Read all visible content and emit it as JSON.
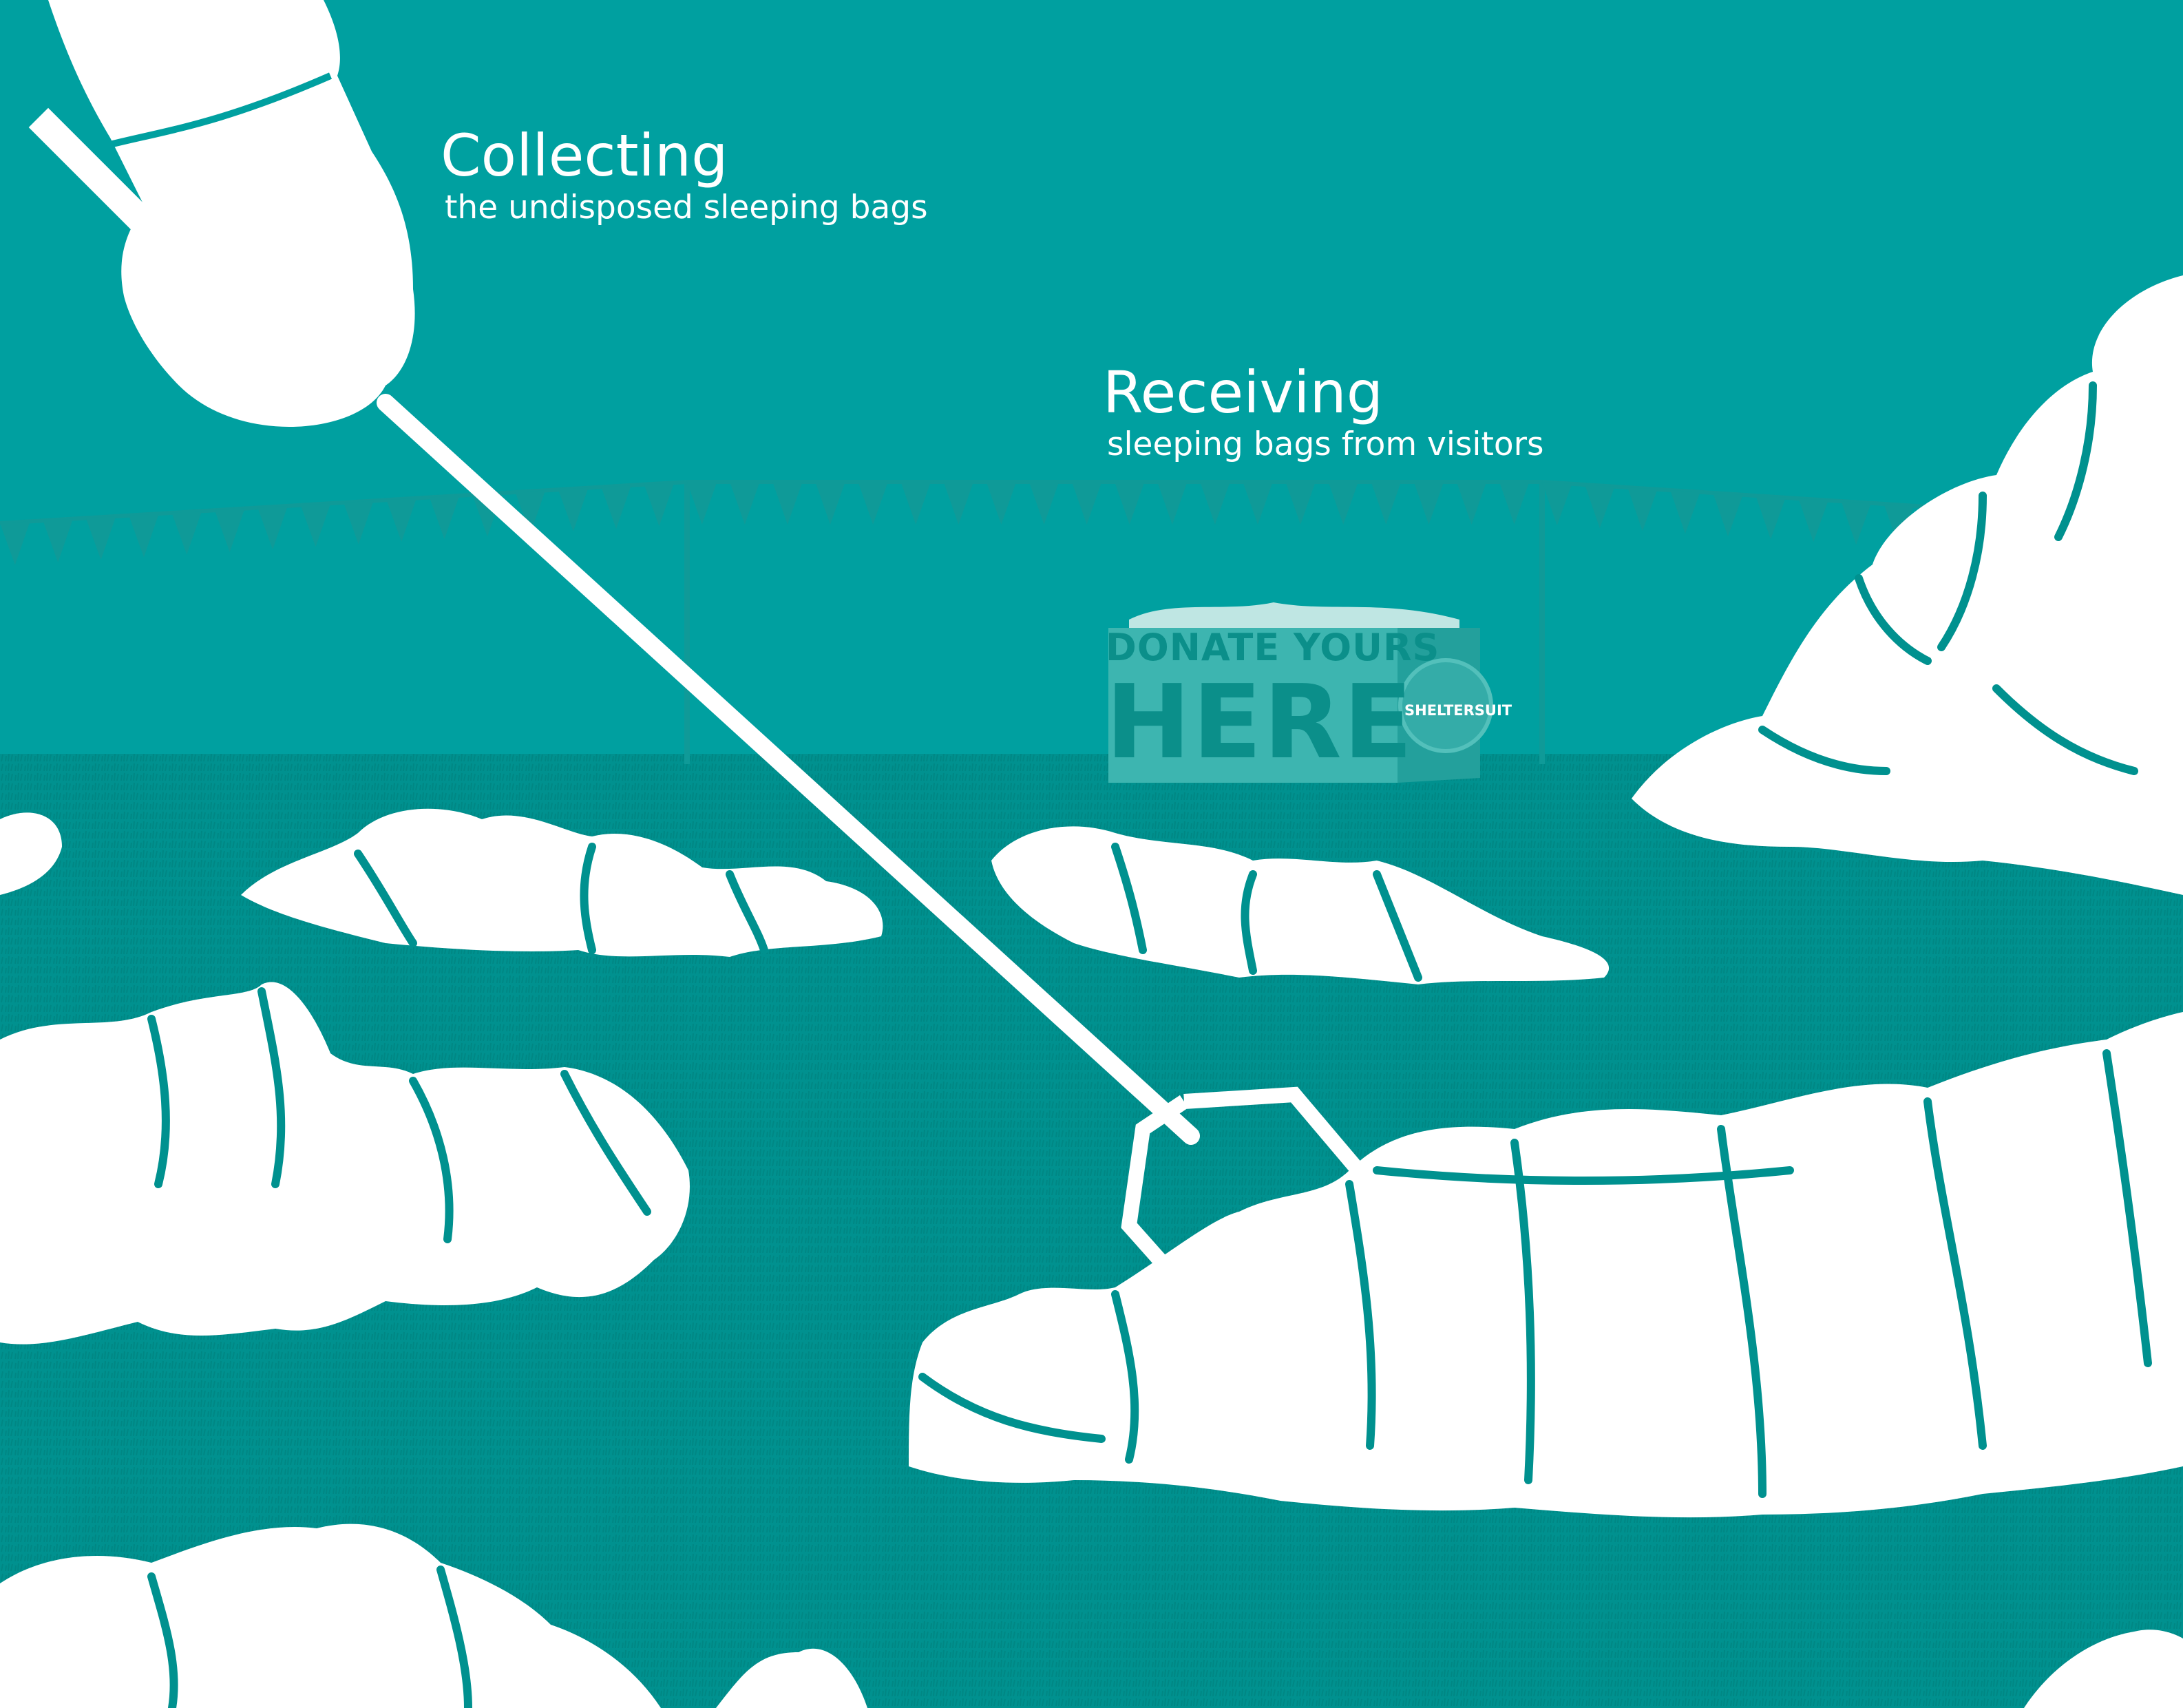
{
  "captions": {
    "collecting": {
      "title": "Collecting",
      "subtitle": "the undisposed sleeping bags"
    },
    "receiving": {
      "title": "Receiving",
      "subtitle": "sleeping bags from visitors"
    }
  },
  "donation_box": {
    "line1": "DONATE YOURS",
    "line2": "HERE",
    "badge_label": "SHELTERSUIT"
  },
  "colors": {
    "sky": "#00a0a0",
    "grass": "#00918f",
    "illustration": "#ffffff",
    "box": "#3db5b0"
  }
}
